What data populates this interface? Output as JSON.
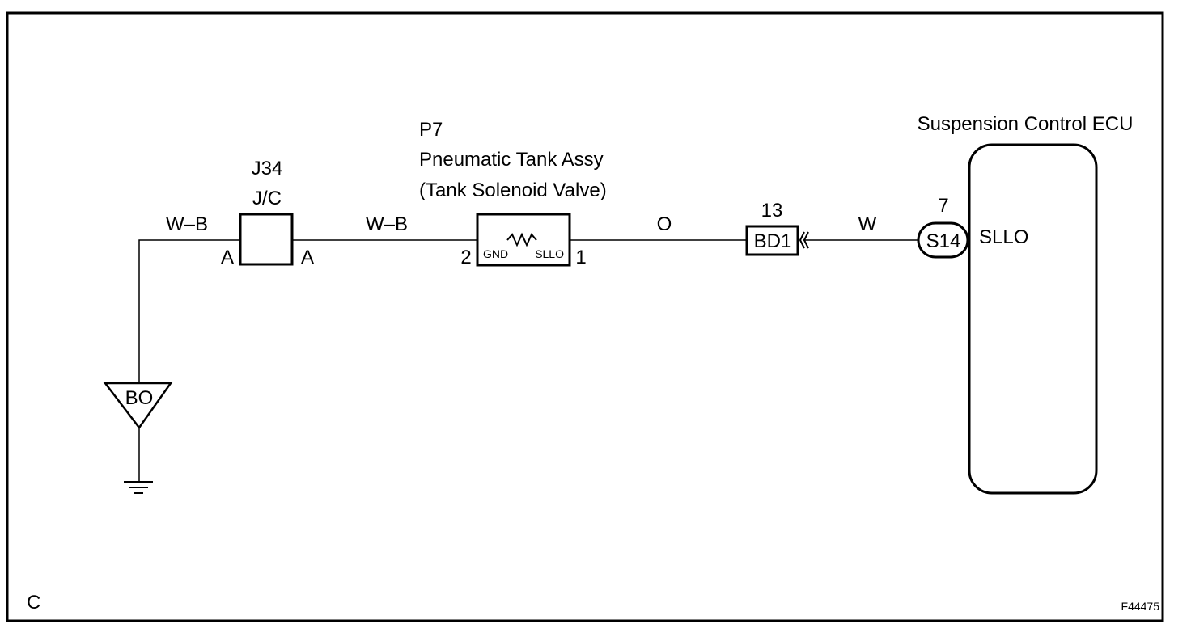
{
  "frame": {
    "corner_label": "C",
    "figure_id": "F44475"
  },
  "ground": {
    "label": "BO"
  },
  "junction": {
    "code": "J34",
    "name": "J/C",
    "pin_left": "A",
    "pin_right": "A"
  },
  "valve": {
    "code": "P7",
    "name": "Pneumatic Tank Assy",
    "subname": "(Tank Solenoid Valve)",
    "pin_left": "2",
    "pin_right": "1",
    "term_left": "GND",
    "term_right": "SLLO"
  },
  "connector_bd1": {
    "code": "BD1",
    "pin": "13"
  },
  "ecu": {
    "name": "Suspension Control ECU",
    "connector": "S14",
    "pin": "7",
    "terminal": "SLLO"
  },
  "wires": {
    "ground_to_jc": "W–B",
    "jc_to_valve": "W–B",
    "valve_to_bd1": "O",
    "bd1_to_ecu": "W"
  }
}
